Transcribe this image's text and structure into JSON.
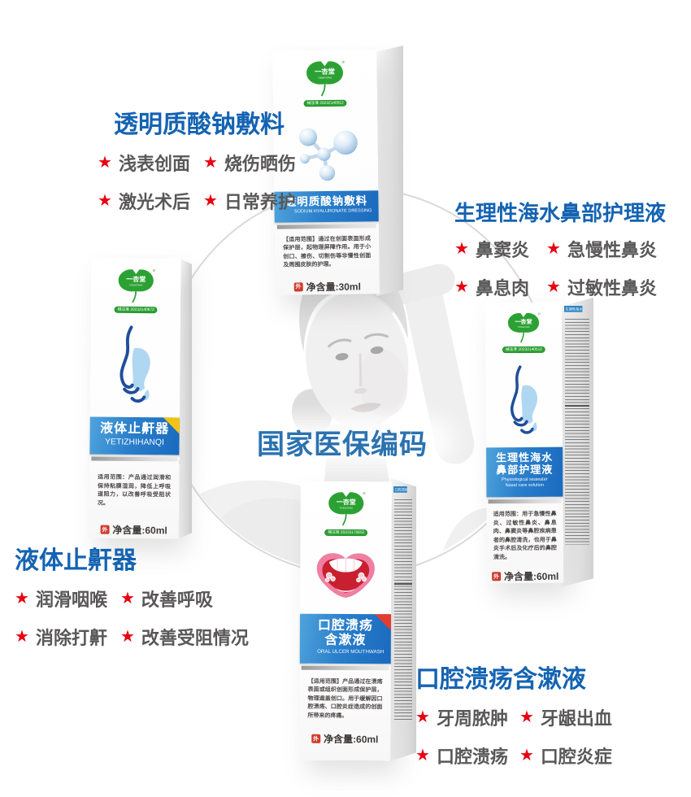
{
  "icons": {
    "star": "★"
  },
  "brand": {
    "name": "一杏堂",
    "latin": "YIXINGTANG",
    "reg_mark": "®"
  },
  "center": {
    "headline": "国家医保编码"
  },
  "colors": {
    "title_blue": "#1463b2",
    "center_blue": "#2b72b0",
    "star_red": "#e60012",
    "feature_gray": "#595757",
    "band_blue": "#1a6abe",
    "logo_green": "#2ca133",
    "accent_yellow": "#f3c312",
    "accent_red": "#e63c2f",
    "nose_fill": "#b0d7f1",
    "nose_line": "#1f4e9a"
  },
  "products": [
    {
      "headline": "透明质酸钠敷料",
      "features": [
        "浅表创面",
        "烧伤晒伤",
        "激光术后",
        "日常养护"
      ],
      "reg_badge": "械注准 20232140612",
      "band_cn": "透明质酸钠敷料",
      "band_en": "SODIUM HYALURONATE DRESSING",
      "description": "【适用范围】通过在创面表面形成保护层，起物理屏障作用。用于小创口、擦伤、切割伤等非慢性创面及周围皮肤的护理。",
      "net_mark": "外",
      "net_label": "净含量:30ml"
    },
    {
      "headline": "生理性海水鼻部护理液",
      "features": [
        "鼻窦炎",
        "急慢性鼻炎",
        "鼻息肉",
        "过敏性鼻炎"
      ],
      "reg_badge": "械注准 20232140512",
      "band_cn_1": "生理性海水",
      "band_cn_2": "鼻部护理液",
      "band_en_1": "Physiological seawater",
      "band_en_2": "Nasal care solution",
      "side_title": "生理性海水鼻部护理液",
      "description": "适用范围：用于急慢性鼻炎、过敏性鼻炎、鼻息肉、鼻窦炎等鼻腔疾病患者的鼻腔清洗，也用于鼻炎手术后及化疗后的鼻腔清洗。",
      "net_mark": "外",
      "net_label": "净含量:60ml"
    },
    {
      "headline": "液体止鼾器",
      "features": [
        "润滑咽喉",
        "改善呼吸",
        "消除打鼾",
        "改善受阻情况"
      ],
      "reg_badge": "械注准 20232140672",
      "band_cn": "液体止鼾器",
      "band_en": "YETIZHIHANQI",
      "description": "适用范围：产品通过润滑和保持粘膜湿润，降低上呼吸道阻力，以改善呼吸受阻状况。",
      "net_mark": "外",
      "net_label": "净含量:60ml"
    },
    {
      "headline": "口腔溃疡含漱液",
      "features": [
        "牙周脓肿",
        "牙龈出血",
        "口腔溃疡",
        "口腔炎症"
      ],
      "reg_badge": "械注准 20232170652",
      "band_cn_1": "口腔溃疡",
      "band_cn_2": "含漱液",
      "band_en": "ORAL ULCER MOUTHWASH",
      "side_title": "口腔溃疡含漱液",
      "description": "【适用范围】产品通过在溃疡表面或组织创面形成保护层，物理遮盖创口。用于缓解因口腔溃疡、口腔炎症造成的创面所带来的疼痛。",
      "net_mark": "外",
      "net_label": "净含量:60ml"
    }
  ]
}
